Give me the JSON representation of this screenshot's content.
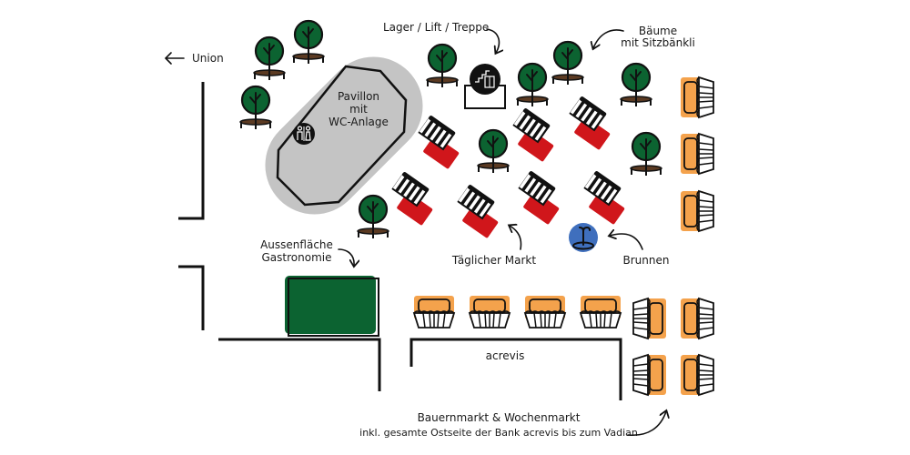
{
  "map": {
    "labels": {
      "union": "Union",
      "lager": "Lager / Lift / Treppe",
      "baeume_line1": "Bäume",
      "baeume_line2": "mit Sitzbänkli",
      "pavillon_line1": "Pavillon",
      "pavillon_line2": "mit",
      "pavillon_line3": "WC-Anlage",
      "aussen_line1": "Aussenfläche",
      "aussen_line2": "Gastronomie",
      "taeglicher_markt": "Täglicher Markt",
      "brunnen": "Brunnen",
      "acrevis": "acrevis",
      "bauernmarkt_line1": "Bauernmarkt & Wochenmarkt",
      "bauernmarkt_line2": "inkl. gesamte Ostseite der Bank acrevis bis zum Vadian"
    },
    "icons": {
      "tree": "tree-with-bench-icon",
      "daily_stall": "striped-awning-stall-icon",
      "farmer_stall": "basket-stall-icon",
      "wc": "wc-restroom-icon",
      "lift": "stairs-lift-icon",
      "fountain": "fountain-icon",
      "arrow_left": "arrow-left-icon"
    },
    "colors": {
      "tree_green": "#0c6331",
      "bench_brown": "#5b3a22",
      "stall_red": "#d0161b",
      "farmer_orange": "#f4a24c",
      "pavilion_gray": "#c4c4c4",
      "fountain_blue": "#3f6fbd",
      "gastro_green": "#0c6331"
    }
  }
}
